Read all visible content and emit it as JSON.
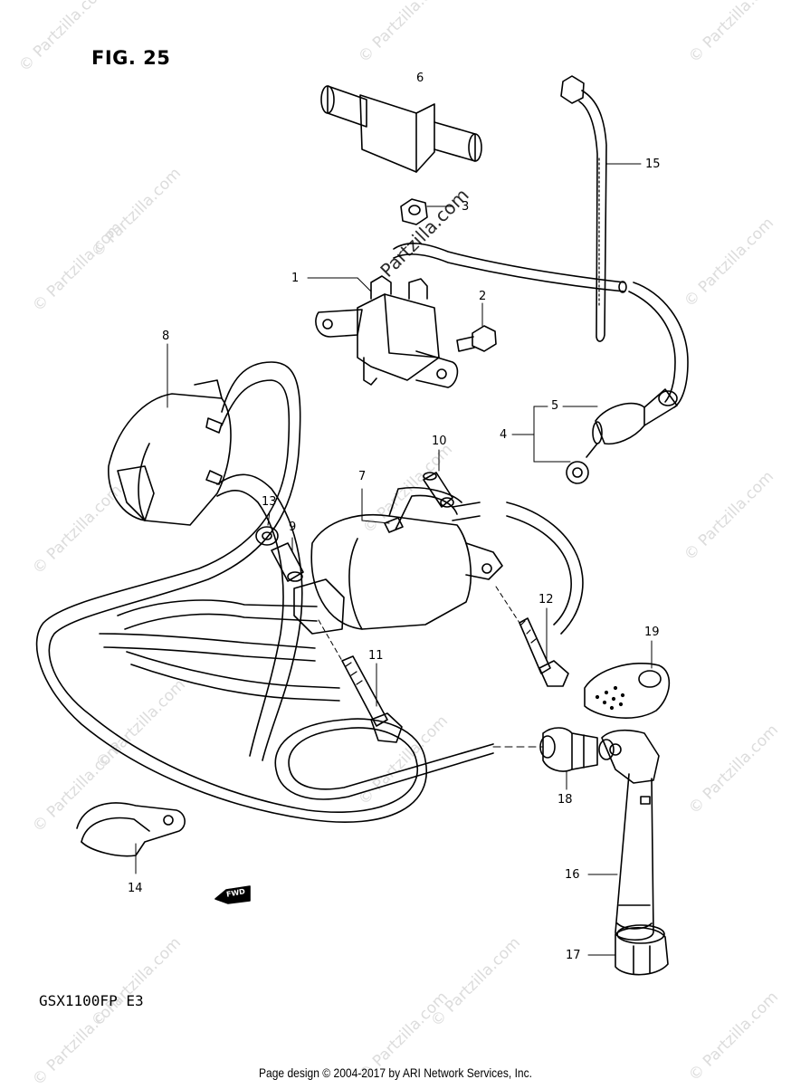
{
  "figure": {
    "title": "FIG. 25",
    "model": "GSX1100FP  E3",
    "fwd_badge": "FWD"
  },
  "footer": {
    "text": "Page design © 2004-2017 by ARI Network Services, Inc."
  },
  "watermark": {
    "text": "© Partzilla.com",
    "overlay_text": "Partzilla.com"
  },
  "callouts": [
    "1",
    "2",
    "3",
    "4",
    "5",
    "6",
    "7",
    "8",
    "9",
    "10",
    "11",
    "12",
    "13",
    "14",
    "15",
    "16",
    "17",
    "18",
    "19"
  ],
  "colors": {
    "line": "#000000",
    "watermark": "#dcdcdc",
    "background": "#ffffff"
  }
}
